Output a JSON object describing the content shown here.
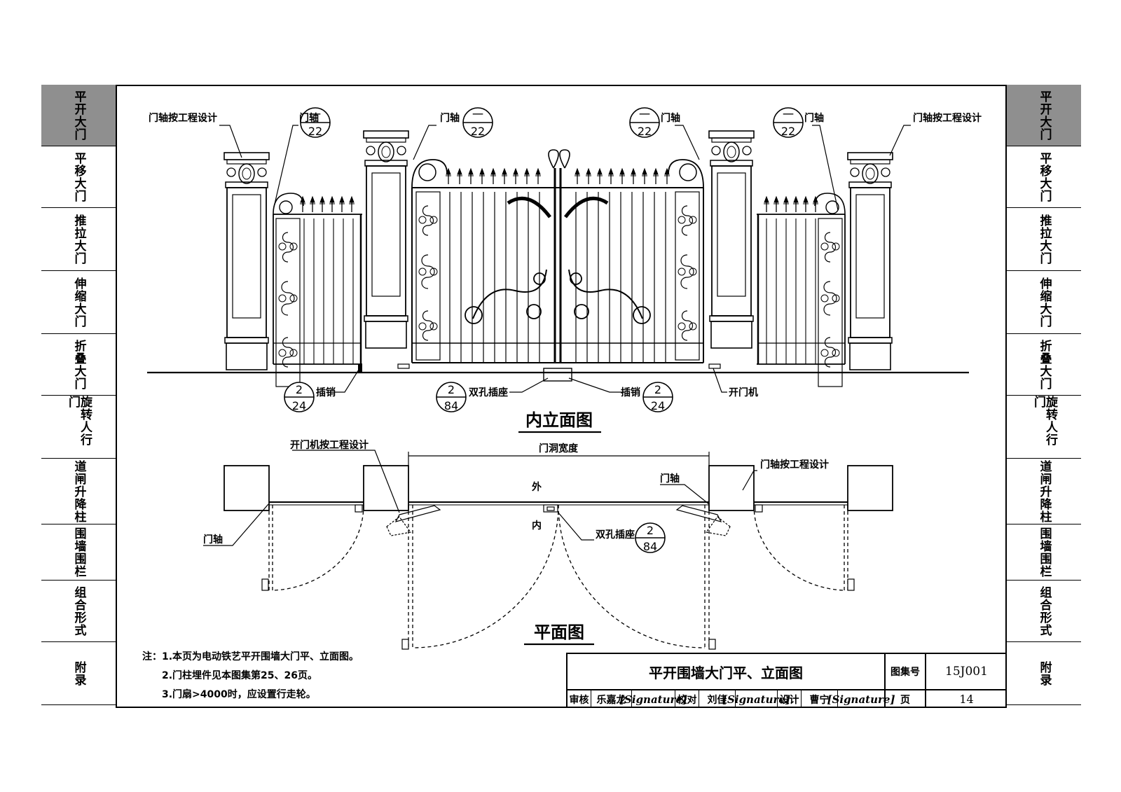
{
  "side_tabs": [
    {
      "label": "平开大门",
      "active": true
    },
    {
      "label": "平移大门",
      "active": false
    },
    {
      "label": "推拉大门",
      "active": false
    },
    {
      "label": "伸缩大门",
      "active": false
    },
    {
      "label": "折叠大门",
      "active": false
    },
    {
      "label": "旋转人行门",
      "active": false
    },
    {
      "label": "道闸升降柱",
      "active": false
    },
    {
      "label": "围墙围栏",
      "active": false
    },
    {
      "label": "组合形式",
      "active": false
    },
    {
      "label": "附录",
      "active": false
    }
  ],
  "elevation": {
    "title": "内立面图",
    "label_pivot_design": "门轴按工程设计",
    "label_pivot": "门轴",
    "callout_pivot_top": "一",
    "callout_pivot_bottom": "22",
    "label_pin": "插销",
    "label_double_socket": "双孔插座",
    "label_opener": "开门机",
    "callout_pin_top": "2",
    "callout_pin_bottom": "24",
    "callout_socket_top": "2",
    "callout_socket_bottom": "84"
  },
  "plan": {
    "title": "平面图",
    "label_opener_design": "开门机按工程设计",
    "label_opening_width": "门洞宽度",
    "label_outside": "外",
    "label_inside": "内",
    "label_pivot": "门轴",
    "label_pivot_design": "门轴按工程设计",
    "label_double_socket": "双孔插座",
    "callout_socket_top": "2",
    "callout_socket_bottom": "84"
  },
  "notes": [
    "注：1.本页为电动铁艺平开围墙大门平、立面图。",
    "2.门柱埋件见本图集第25、26页。",
    "3.门扇>4000时，应设置行走轮。"
  ],
  "title_block": {
    "drawing_title": "平开围墙大门平、立面图",
    "atlas_label": "图集号",
    "atlas_no": "15J001",
    "review_label": "审核",
    "reviewer": "乐嘉龙",
    "reviewer_sig": "[Signature]",
    "check_label": "校对",
    "checker": "刘佳",
    "checker_sig": "[Signature]",
    "design_label": "设计",
    "designer": "曹宁",
    "designer_sig": "[Signature]",
    "page_label": "页",
    "page_no": "14"
  }
}
